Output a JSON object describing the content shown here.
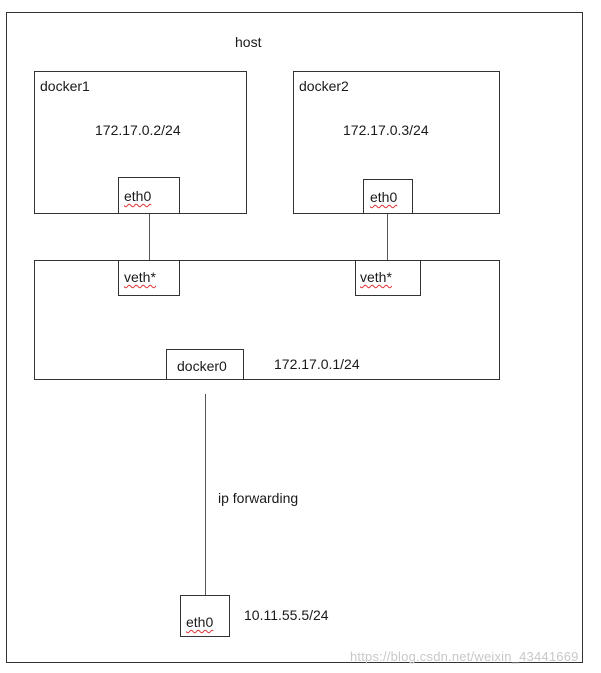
{
  "host": {
    "label": "host"
  },
  "containers": [
    {
      "name": "docker1",
      "ip": "172.17.0.2/24",
      "iface": "eth0"
    },
    {
      "name": "docker2",
      "ip": "172.17.0.3/24",
      "iface": "eth0"
    }
  ],
  "bridge": {
    "name": "docker0",
    "ip": "172.17.0.1/24",
    "veth_left": "veth*",
    "veth_right": "veth*"
  },
  "link": {
    "label": "ip forwarding"
  },
  "host_nic": {
    "iface": "eth0",
    "ip": "10.11.55.5/24"
  },
  "watermark": {
    "text": "https://blog.csdn.net/weixin_43441669"
  }
}
